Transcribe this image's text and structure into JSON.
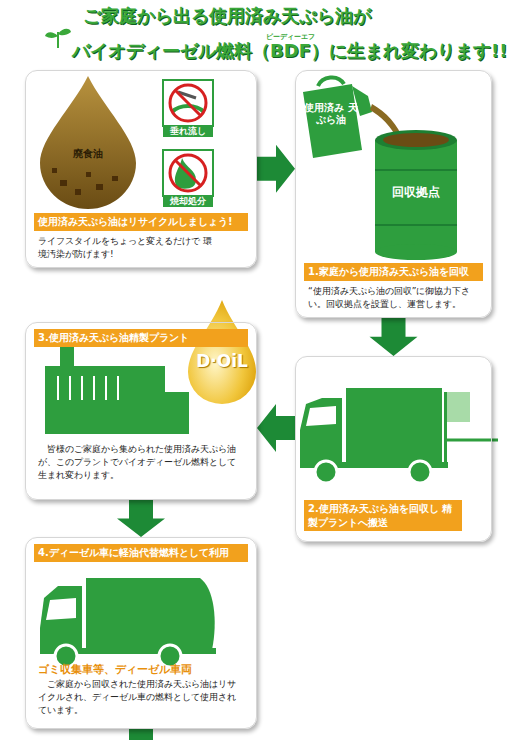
{
  "diagram": {
    "title": "ご家庭から出る使用済み天ぷら油が バイオディーゼル燃料（BDF）に生まれ変わります!!",
    "nodes": [
      {
        "text": [
          "使用済み天ぷら油はリサイクルしましょう!",
          "ライフスタイルをちょっと変えるだけで 環境汚染が防げます!"
        ]
      },
      {
        "text": [
          "1.家庭から使用済み天ぷら油を回収",
          "“使用済み天ぷら油の回収”に御協力下さい。回収拠点を設置し、運営します。"
        ]
      },
      {
        "text": [
          "2.使用済み天ぷら油を回収し 精製プラントへ搬送"
        ]
      },
      {
        "text": [
          "3.使用済み天ぷら油精製プラント",
          "皆様のご家庭から集められた使用済み天ぷら油が、このプラントでバイオディーゼル燃料として生まれ変わります。"
        ]
      },
      {
        "text": [
          "4.ディーゼル車に軽油代替燃料として利用",
          "ゴミ収集車等、ディーゼル車両",
          "ご家庭から回収された使用済み天ぷら油はリサイクルされ、ディーゼル車の燃料として使用されています。"
        ]
      }
    ],
    "edges": [
      {
        "from": 0,
        "to": 1,
        "arrow": "to"
      },
      {
        "from": 1,
        "to": 2,
        "arrow": "to"
      },
      {
        "from": 2,
        "to": 3,
        "arrow": "to"
      },
      {
        "from": 3,
        "to": 4,
        "arrow": "to"
      }
    ],
    "labels": [
      "ビーディーエフ",
      "廃食油",
      "垂れ流し",
      "焼却処分",
      "使用済み 天ぷら油",
      "回収拠点",
      "D·OiL"
    ]
  }
}
